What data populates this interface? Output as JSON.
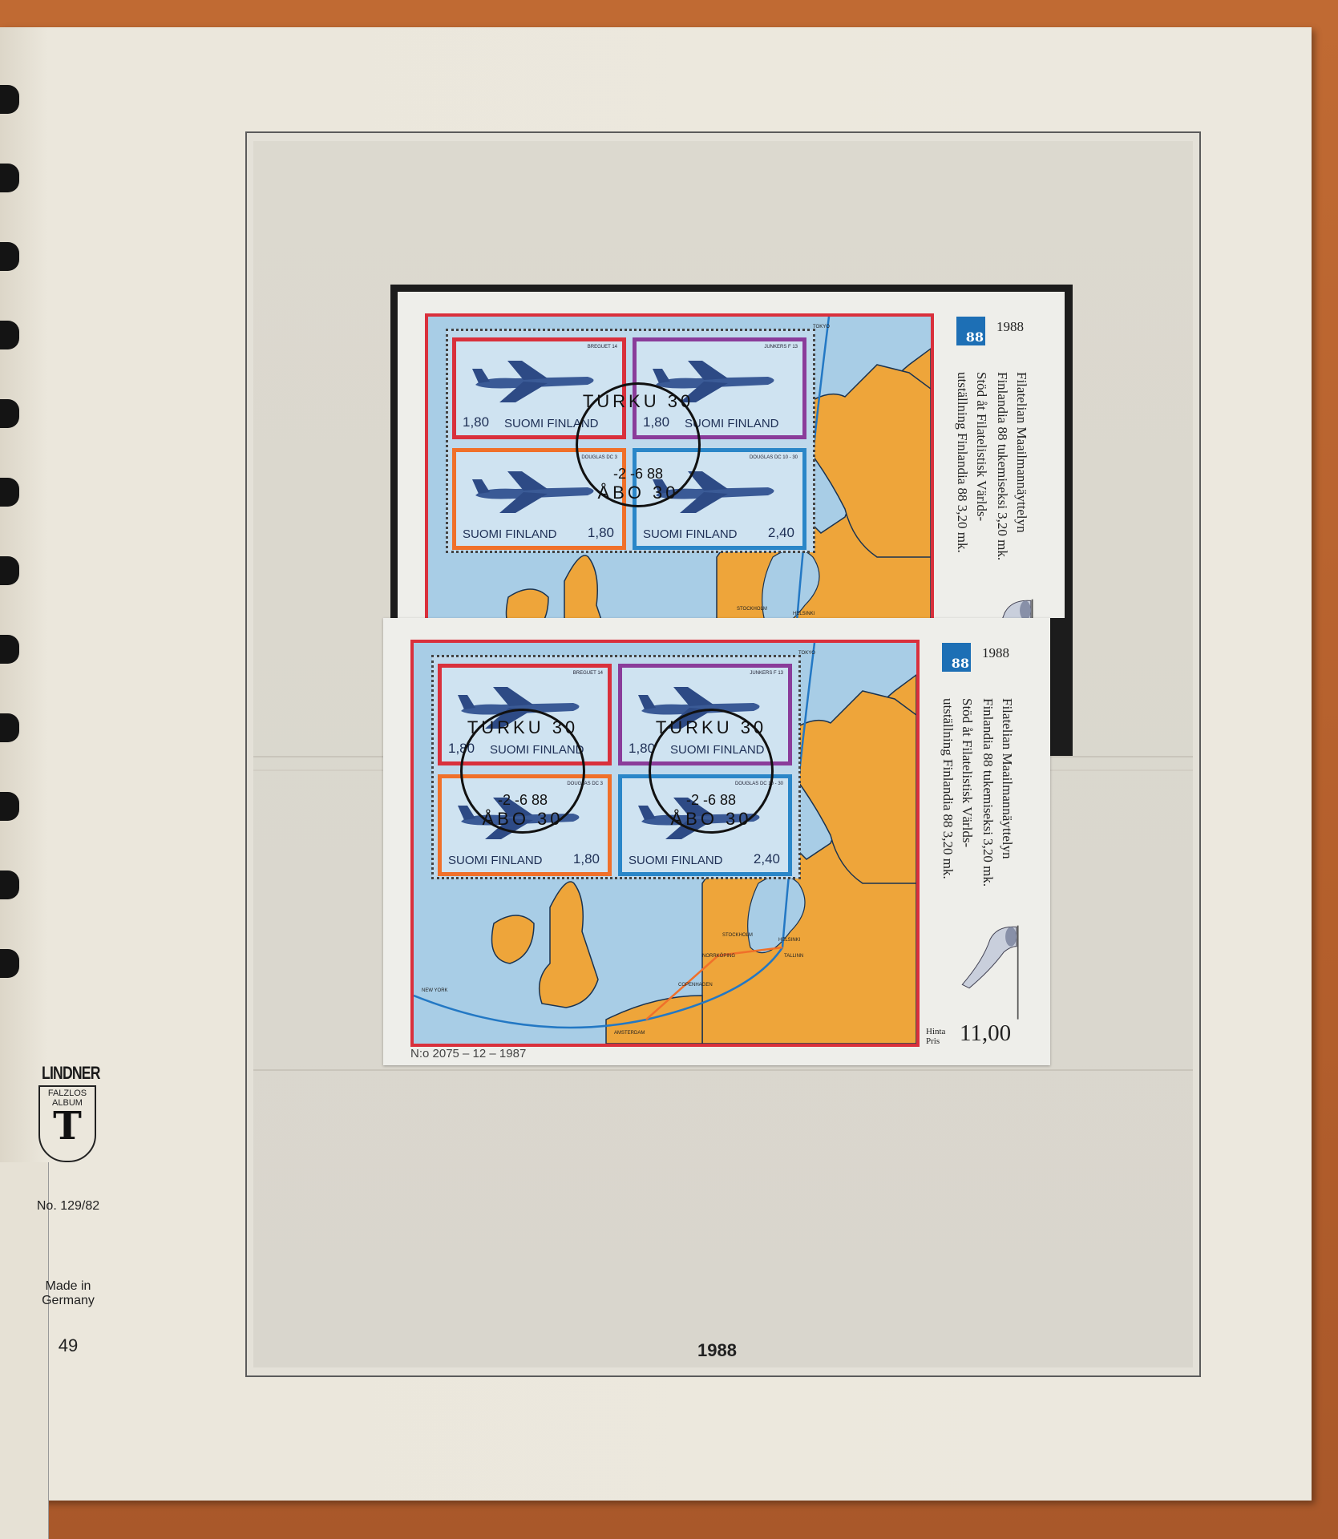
{
  "album": {
    "brand": "LINDNER",
    "shield_line1": "FALZLOS",
    "shield_line2": "ALBUM",
    "shield_letter": "T",
    "catalog_no": "No. 129/82",
    "made_in_line1": "Made in",
    "made_in_line2": "Germany",
    "page_number": "49",
    "page_year": "1988"
  },
  "souvenir_sheet": {
    "year": "1988",
    "logo_text": "88",
    "text_lines": [
      "Filatelian Maailmannäyttelyn",
      "Finlandia 88 tukemiseksi 3,20 mk.",
      "Stöd åt Filatelistisk Världs-",
      "utställning Finlandia 88   3,20 mk."
    ],
    "price_label_fi": "Hinta",
    "price_label_sv": "Pris",
    "price": "11,00",
    "serial": "N:o 2075 – 12 – 1987",
    "stamps": [
      {
        "plane": "BREGUET 14",
        "value": "1,80",
        "country": "SUOMI FINLAND",
        "border": "#d9303c"
      },
      {
        "plane": "JUNKERS F 13",
        "value": "1,80",
        "country": "SUOMI FINLAND",
        "border": "#8a3c9a"
      },
      {
        "plane": "DOUGLAS DC 3",
        "value": "1,80",
        "country": "SUOMI FINLAND",
        "border": "#f0702a"
      },
      {
        "plane": "DOUGLAS DC 10 - 30",
        "value": "2,40",
        "country": "SUOMI FINLAND",
        "border": "#2a86c8"
      }
    ],
    "cities": [
      "TOKYO",
      "HELSINKI",
      "TALLINN",
      "STOCKHOLM",
      "NORRKÖPING",
      "COPENHAGEN",
      "AMSTERDAM",
      "NEW YORK"
    ]
  },
  "postmark": {
    "town": "TURKU 30",
    "date": "-2 -6 88",
    "office": "ÅBO 30"
  },
  "colors": {
    "land": "#eea53a",
    "sea": "#a8cde6",
    "route_blue": "#2378c4",
    "route_orange": "#f0702a",
    "frame_red": "#d9303c"
  }
}
